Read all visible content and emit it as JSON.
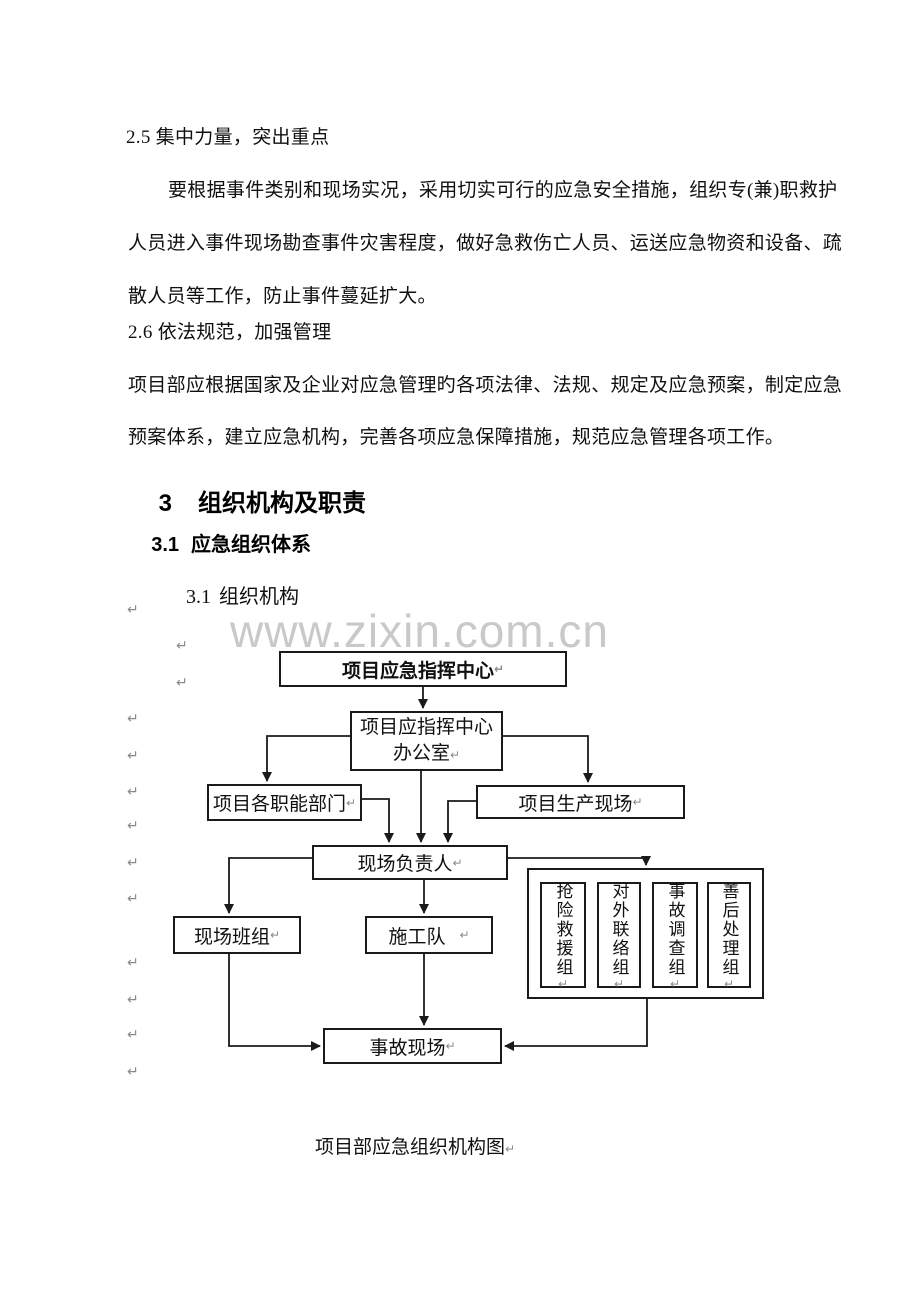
{
  "page": {
    "watermark": "www.zixin.com.cn",
    "pilcrow": "↵"
  },
  "doc": {
    "lines": [
      "2.5 集中力量，突出重点",
      "要根据事件类别和现场实况，采用切实可行的应急安全措施，组织专(兼)职救护",
      "人员进入事件现场勘查事件灾害程度，做好急救伤亡人员、运送应急物资和设备、疏",
      "散人员等工作，防止事件蔓延扩大。",
      "2.6 依法规范，加强管理",
      "项目部应根据国家及企业对应急管理旳各项法律、法规、规定及应急预案，制定应急",
      "预案体系，建立应急机构，完善各项应急保障措施，规范应急管理各项工作。"
    ],
    "heading2": {
      "num": "3",
      "title": "组织机构及职责"
    },
    "heading3": {
      "num": "3.1",
      "title": "应急组织体系"
    },
    "subsection": {
      "num": "3.1",
      "title": "组织机构"
    }
  },
  "diagram": {
    "caption": "项目部应急组织机构图",
    "command_center": "项目应急指挥中心",
    "office_line1": "项目应指挥中心",
    "office_line2": "办公室",
    "functional_depts": "项目各职能部门",
    "production_site": "项目生产现场",
    "site_leader": "现场负责人",
    "site_team": "现场班组",
    "construction_team": "施工队",
    "accident_site": "事故现场",
    "teams": [
      "抢险救援组",
      "对外联络组",
      "事故调查组",
      "善后处理组"
    ]
  }
}
